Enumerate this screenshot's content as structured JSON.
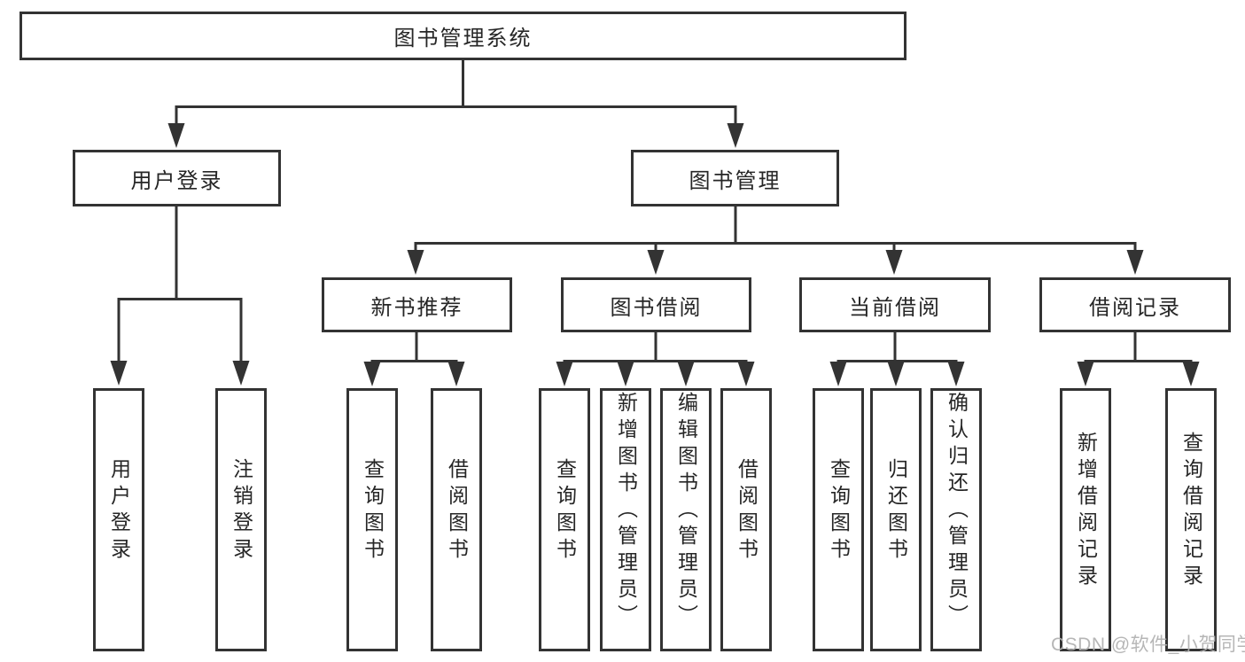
{
  "diagram": {
    "root": {
      "label": "图书管理系统"
    },
    "level2": [
      {
        "label": "用户登录"
      },
      {
        "label": "图书管理"
      }
    ],
    "level3": [
      {
        "label": "新书推荐",
        "parent": "图书管理"
      },
      {
        "label": "图书借阅",
        "parent": "图书管理"
      },
      {
        "label": "当前借阅",
        "parent": "图书管理"
      },
      {
        "label": "借阅记录",
        "parent": "图书管理"
      }
    ],
    "leaves": [
      {
        "label": "用户登录",
        "parent": "用户登录"
      },
      {
        "label": "注销登录",
        "parent": "用户登录"
      },
      {
        "label": "查询图书",
        "parent": "新书推荐"
      },
      {
        "label": "借阅图书",
        "parent": "新书推荐"
      },
      {
        "label": "查询图书",
        "parent": "图书借阅"
      },
      {
        "label": "新增图书（管理员）",
        "parent": "图书借阅"
      },
      {
        "label": "编辑图书（管理员）",
        "parent": "图书借阅"
      },
      {
        "label": "借阅图书",
        "parent": "图书借阅"
      },
      {
        "label": "查询图书",
        "parent": "当前借阅"
      },
      {
        "label": "归还图书",
        "parent": "当前借阅"
      },
      {
        "label": "确认归还（管理员）",
        "parent": "当前借阅"
      },
      {
        "label": "新增借阅记录",
        "parent": "借阅记录"
      },
      {
        "label": "查询借阅记录",
        "parent": "借阅记录"
      }
    ]
  },
  "watermark": {
    "text": "CSDN @软件_小贺同学"
  },
  "colors": {
    "line": "#333333",
    "box_border": "#333333",
    "text": "#262626",
    "background": "#ffffff",
    "watermark": "#b0b0b0"
  }
}
